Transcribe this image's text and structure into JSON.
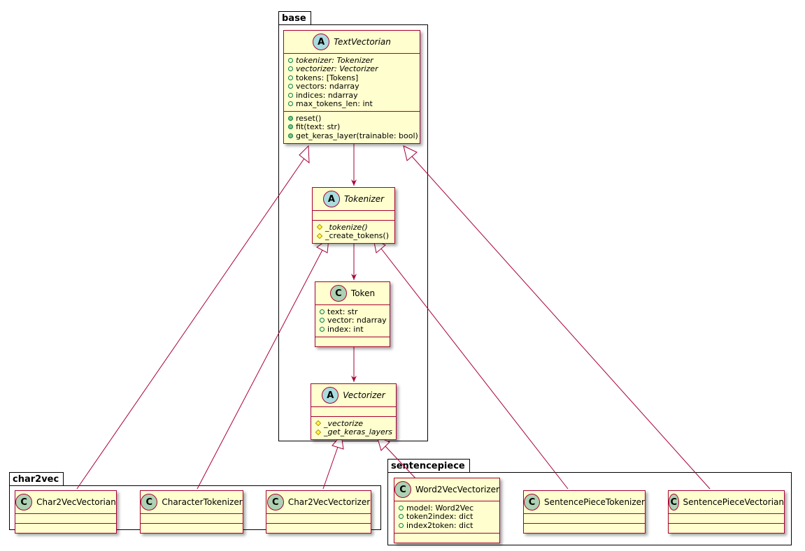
{
  "packages": {
    "base": "base",
    "char2vec": "char2vec",
    "sentencepiece": "sentencepiece"
  },
  "colors": {
    "class_fill": "#FEFECE",
    "class_border": "#A80036",
    "abstract_badge": "#A9DCDF",
    "class_badge": "#ADD1B2",
    "edge": "#A80036"
  },
  "classes": {
    "text_vectorian": {
      "badge": "A",
      "name": "TextVectorian",
      "fields": [
        {
          "vis": "+",
          "text": "tokenizer: Tokenizer",
          "italic": true
        },
        {
          "vis": "+",
          "text": "vectorizer: Vectorizer",
          "italic": true
        },
        {
          "vis": "+",
          "text": "tokens: [Tokens]"
        },
        {
          "vis": "+",
          "text": "vectors: ndarray"
        },
        {
          "vis": "+",
          "text": "indices: ndarray"
        },
        {
          "vis": "+",
          "text": "max_tokens_len: int"
        }
      ],
      "methods": [
        {
          "vis": "+",
          "text": "reset()"
        },
        {
          "vis": "+",
          "text": "fit(text: str)"
        },
        {
          "vis": "+",
          "text": "get_keras_layer(trainable: bool)"
        }
      ]
    },
    "tokenizer": {
      "badge": "A",
      "name": "Tokenizer",
      "methods": [
        {
          "vis": "#",
          "text": "_tokenize()",
          "italic": true
        },
        {
          "vis": "#",
          "text": "_create_tokens()"
        }
      ]
    },
    "token": {
      "badge": "C",
      "name": "Token",
      "fields": [
        {
          "vis": "+",
          "text": "text: str"
        },
        {
          "vis": "+",
          "text": "vector: ndarray"
        },
        {
          "vis": "+",
          "text": "index: int"
        }
      ]
    },
    "vectorizer": {
      "badge": "A",
      "name": "Vectorizer",
      "methods": [
        {
          "vis": "#",
          "text": "_vectorize",
          "italic": true
        },
        {
          "vis": "#",
          "text": "_get_keras_layers",
          "italic": true
        }
      ]
    },
    "char2vec_vectorian": {
      "badge": "C",
      "name": "Char2VecVectorian"
    },
    "character_tokenizer": {
      "badge": "C",
      "name": "CharacterTokenizer"
    },
    "char2vec_vectorizer": {
      "badge": "C",
      "name": "Char2VecVectorizer"
    },
    "word2vec_vectorizer": {
      "badge": "C",
      "name": "Word2VecVectorizer",
      "fields": [
        {
          "vis": "+",
          "text": "model: Word2Vec"
        },
        {
          "vis": "+",
          "text": "token2index: dict"
        },
        {
          "vis": "+",
          "text": "index2token: dict"
        }
      ]
    },
    "sentencepiece_tokenizer": {
      "badge": "C",
      "name": "SentencePieceTokenizer"
    },
    "sentencepiece_vectorian": {
      "badge": "C",
      "name": "SentencePieceVectorian"
    }
  }
}
